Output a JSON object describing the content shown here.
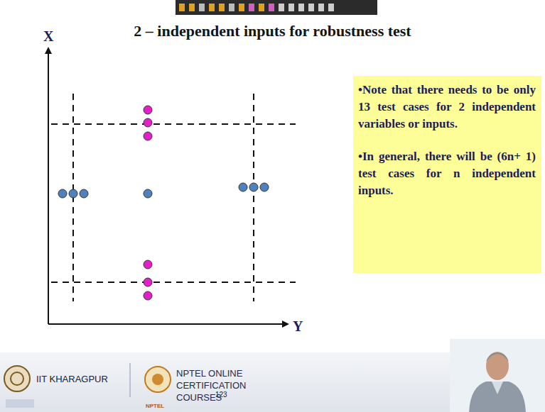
{
  "diagram": {
    "title": "2 – independent inputs for robustness test",
    "nodes": [
      {
        "text": [
          "•Note that there needs to be only 13 test cases for 2 independent variables or inputs.",
          "•In general, there will be (6n+ 1) test cases for n independent inputs."
        ]
      }
    ],
    "labels": [
      "X",
      "Y",
      "IIT KHARAGPUR",
      "NPTEL ONLINE CERTIFICATION COURSES",
      "123",
      "NPTEL"
    ]
  }
}
